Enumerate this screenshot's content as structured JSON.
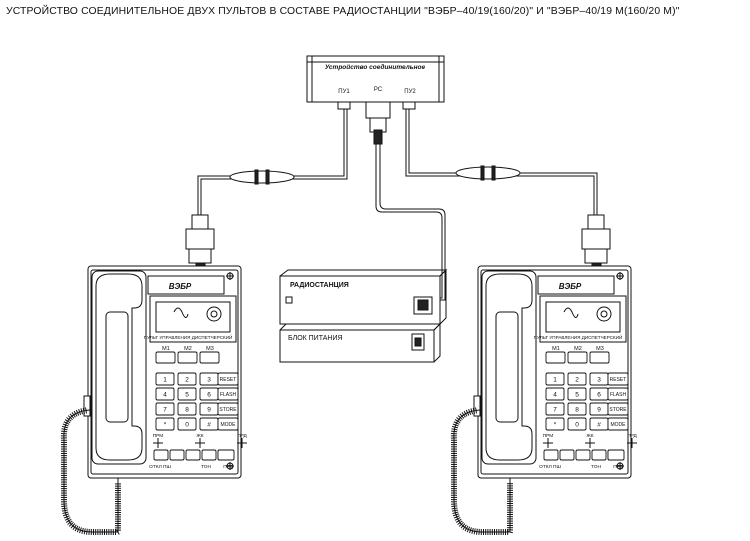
{
  "title": "УСТРОЙСТВО СОЕДИНИТЕЛЬНОЕ ДВУХ ПУЛЬТОВ В СОСТАВЕ РАДИОСТАНЦИИ \"ВЭБР–40/19(160/20)\" И \"ВЭБР–40/19 М(160/20 М)\"",
  "connector_unit": {
    "label": "Устройство соединительное",
    "ports": [
      "ПУ1",
      "РС",
      "ПУ2"
    ]
  },
  "radio": {
    "label": "РАДИОСТАНЦИЯ"
  },
  "power": {
    "label": "БЛОК ПИТАНИЯ"
  },
  "console": {
    "logo": "ВЭБР",
    "panel_label": "ПУЛЬТ УПРАВЛЕНИЯ ДИСПЕТЧЕРСКИЙ",
    "memory_keys": [
      "М1",
      "М2",
      "М3"
    ],
    "digit_keys": [
      "1",
      "2",
      "3",
      "4",
      "5",
      "6",
      "7",
      "8",
      "9",
      "*",
      "0",
      "#"
    ],
    "function_keys": [
      "RESET",
      "FLASH",
      "STORE",
      "MODE"
    ],
    "indicators": [
      "ПРМ",
      "ЖК",
      "ПРД"
    ],
    "bottom_labels": [
      "ОТКЛ ПШ",
      "ТОН",
      "ПРД"
    ]
  }
}
